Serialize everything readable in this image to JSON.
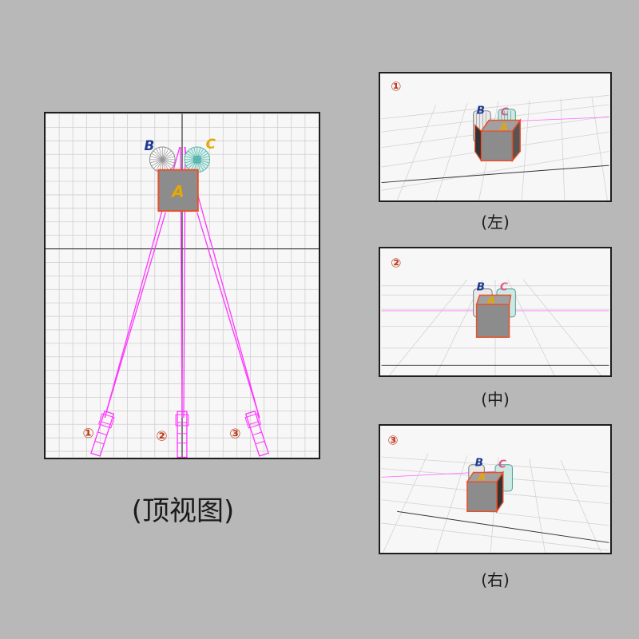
{
  "top_view": {
    "caption": "(顶视图)",
    "labels": {
      "a": "A",
      "b": "B",
      "c": "C"
    },
    "cameras": [
      "①",
      "②",
      "③"
    ]
  },
  "viewports": [
    {
      "marker": "①",
      "caption": "(左)",
      "labels": {
        "a": "A",
        "b": "B",
        "c": "C"
      }
    },
    {
      "marker": "②",
      "caption": "(中)",
      "labels": {
        "a": "A",
        "b": "B",
        "c": "C"
      }
    },
    {
      "marker": "③",
      "caption": "(右)",
      "labels": {
        "a": "A",
        "b": "B",
        "c": "C"
      }
    }
  ],
  "colors": {
    "background": "#b8b8b8",
    "grid": "#cfcfcf",
    "camera_wire": "#ff33ff",
    "cube_fill": "#8c8c8c",
    "cube_edge": "#e8502a",
    "label_a": "#e6a800",
    "label_b": "#1f3a93",
    "label_c": "#e6a800",
    "marker": "#c0391b"
  }
}
